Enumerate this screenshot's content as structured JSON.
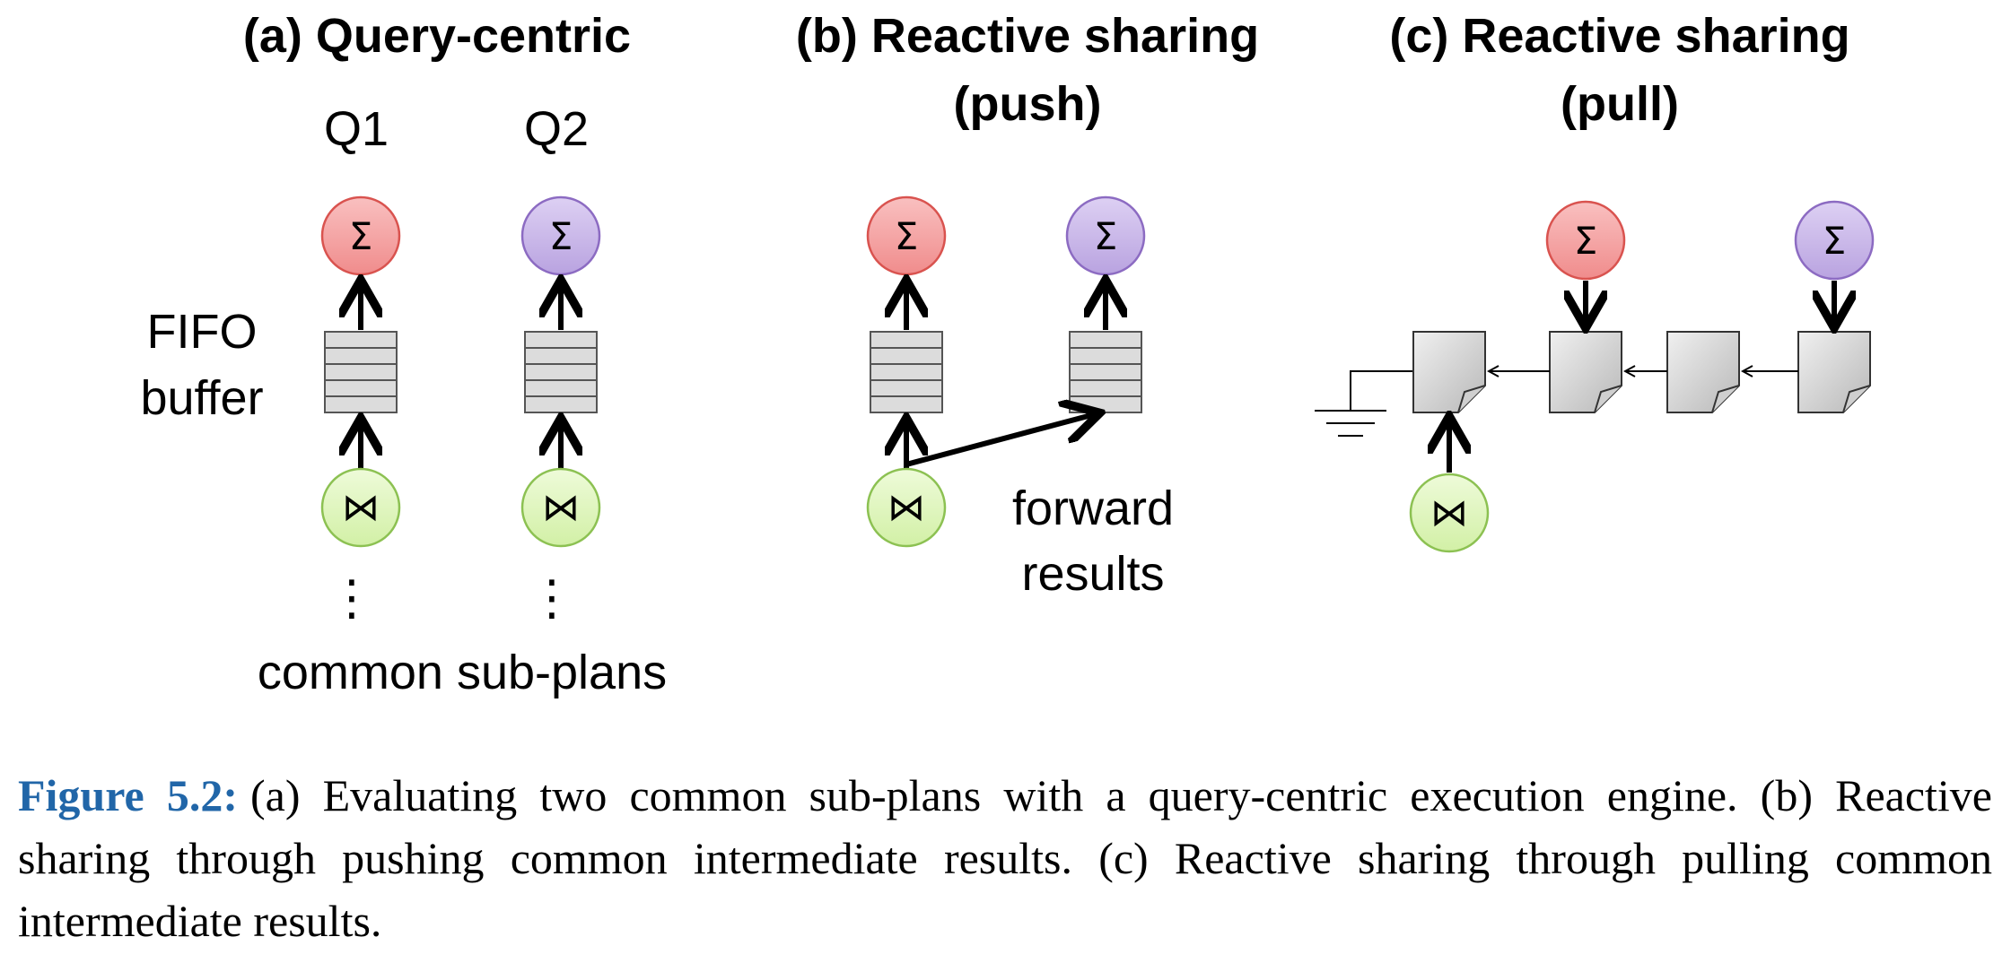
{
  "panels": {
    "a": {
      "title": "(a) Query-centric",
      "q1": "Q1",
      "q2": "Q2",
      "fifo_line1": "FIFO",
      "fifo_line2": "buffer",
      "common_subplans": "common sub-plans",
      "ellipsis": "⋮"
    },
    "b": {
      "title_line1": "(b) Reactive sharing",
      "title_line2": "(push)",
      "forward_line1": "forward",
      "forward_line2": "results"
    },
    "c": {
      "title_line1": "(c) Reactive sharing",
      "title_line2": "(pull)"
    }
  },
  "symbols": {
    "aggregate": "Σ",
    "join": "⋈"
  },
  "colors": {
    "aggregate_red_fill": "#f5a3a3",
    "aggregate_red_stroke": "#d9534f",
    "aggregate_purple_fill": "#c8b6e8",
    "aggregate_purple_stroke": "#8c6bc2",
    "join_fill": "#dcf5b8",
    "join_stroke": "#8cc152",
    "buffer_fill": "#d9d9d9",
    "caption_label": "#2166a8"
  },
  "caption": {
    "label": "Figure 5.2:",
    "text": "(a) Evaluating two common sub-plans with a query-centric execution engine. (b) Reactive sharing through pushing common intermediate results. (c) Reactive sharing through pulling common intermediate results."
  }
}
